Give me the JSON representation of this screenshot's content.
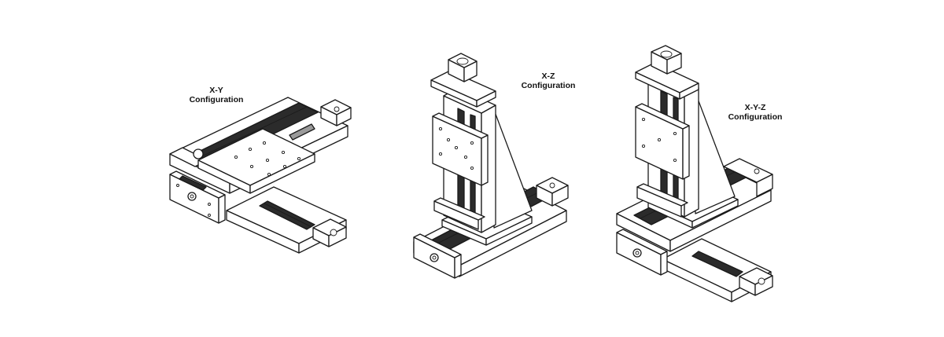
{
  "configurations": [
    {
      "line1": "X-Y",
      "line2": "Configuration"
    },
    {
      "line1": "X-Z",
      "line2": "Configuration"
    },
    {
      "line1": "X-Y-Z",
      "line2": "Configuration"
    }
  ],
  "colors": {
    "background": "#ffffff",
    "line": "#1a1a1a",
    "text": "#111111"
  }
}
